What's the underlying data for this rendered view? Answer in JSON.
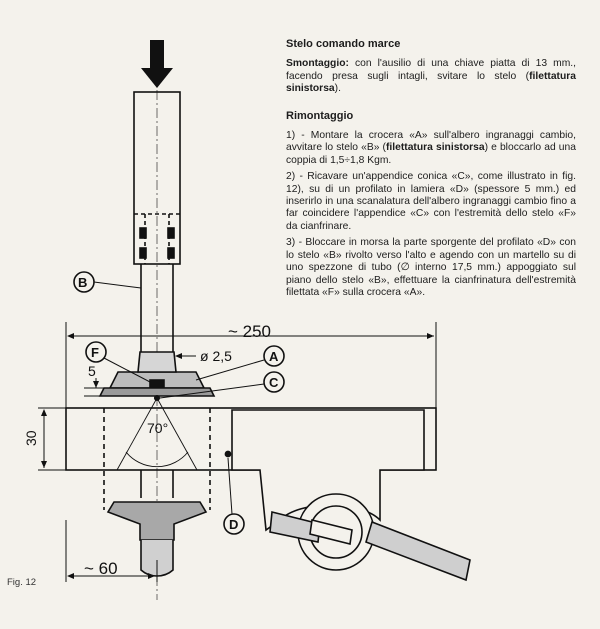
{
  "section_title": "Stelo comando marce",
  "smontaggio": {
    "label": "Smontaggio:",
    "text_a": " con l'ausilio di una chiave piatta di 13 mm., facendo presa sugli intagli, svitare lo stelo (",
    "bold_a": "filettatura sinistorsa",
    "text_b": ")."
  },
  "rimontaggio_title": "Rimontaggio",
  "steps": {
    "s1_a": "1) - Montare la crocera «A» sull'albero ingranaggi cambio, avvitare lo stelo «B» (",
    "s1_bold": "filettatura sinistorsa",
    "s1_b": ") e bloccarlo ad una coppia di 1,5÷1,8 Kgm.",
    "s2": "2) - Ricavare un'appendice conica «C», come illustrato in fig. 12), su di un profilato in lamiera «D» (spessore 5 mm.) ed inserirlo in una scanalatura dell'albero ingranaggi cambio fino a far coincidere l'appendice «C» con l'estremità dello stelo «F» da cianfrinare.",
    "s3": "3) - Bloccare in morsa la parte sporgente del profilato «D» con lo stelo «B» rivolto verso l'alto e agendo con un martello su di uno spezzone di tubo (∅ interno 17,5 mm.) appoggiato sul piano dello stelo «B», effettuare la cianfrinatura dell'estremità filettata «F» sulla crocera «A»."
  },
  "figure": {
    "caption": "Fig. 12",
    "callouts": {
      "A": "A",
      "B": "B",
      "C": "C",
      "D": "D",
      "F": "F"
    },
    "dimensions": {
      "width": "~ 250",
      "diameter": "ø 2,5",
      "thickness": "5",
      "height": "30",
      "angle": "70°",
      "bottom": "~ 60"
    }
  }
}
